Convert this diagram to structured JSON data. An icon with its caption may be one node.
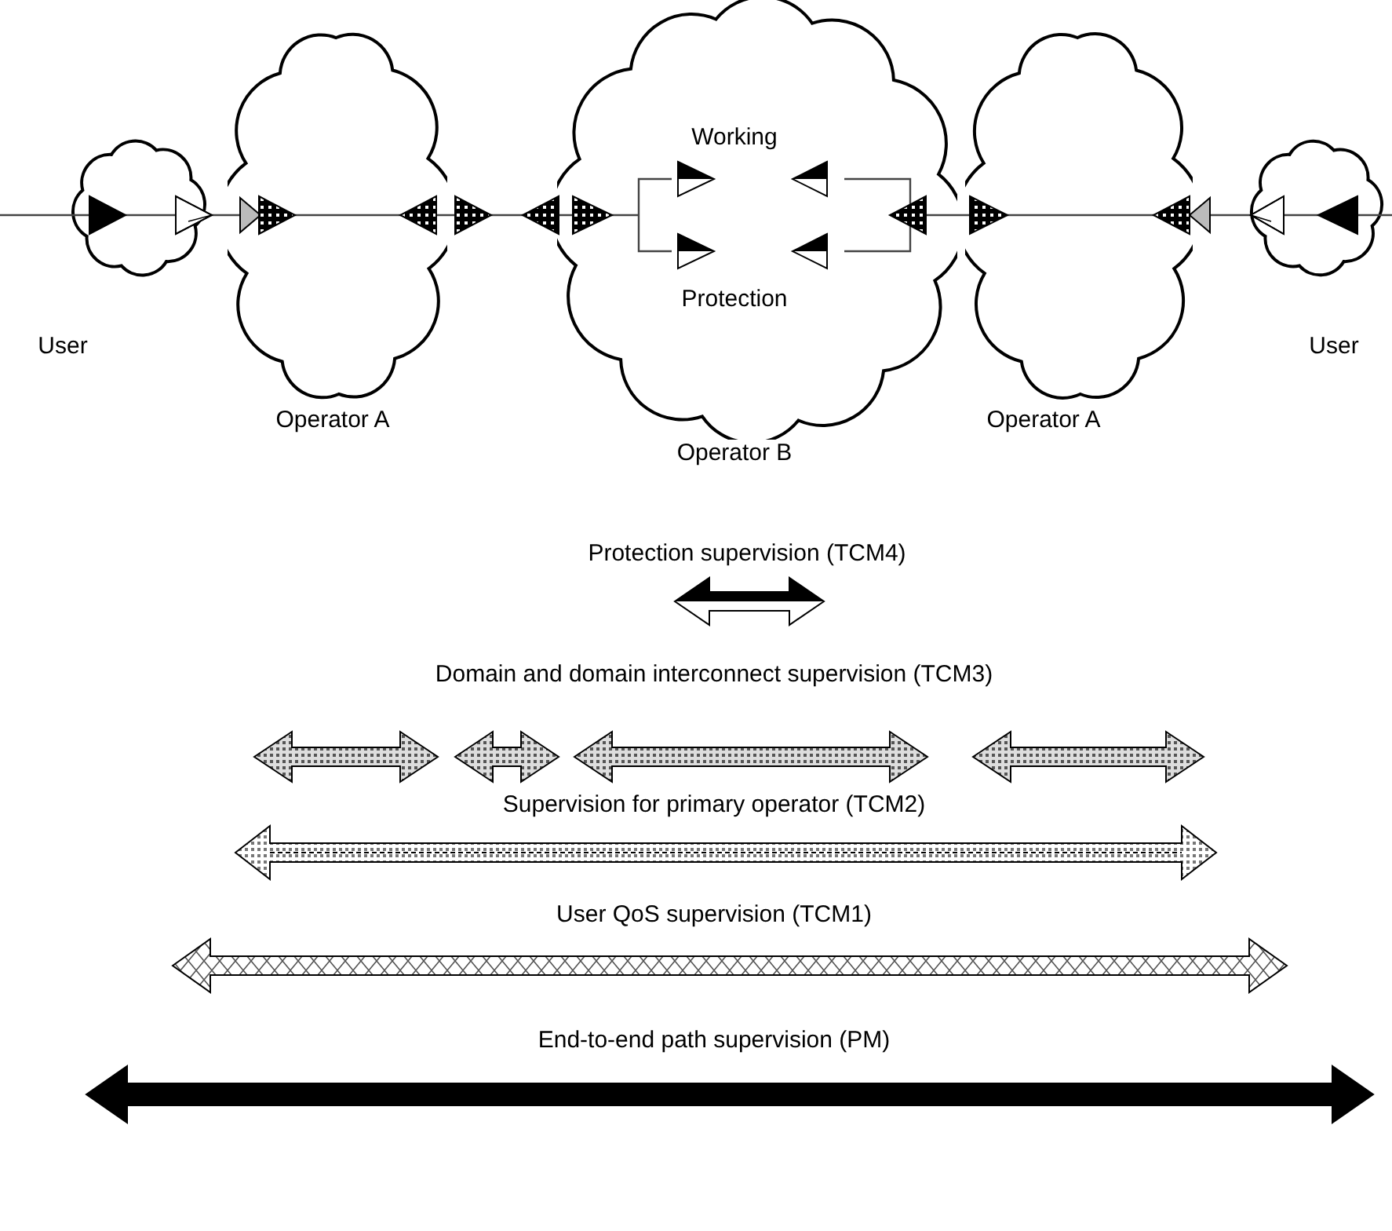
{
  "diagram": {
    "nodes": [
      {
        "text": [
          "User"
        ]
      },
      {
        "text": [
          "Operator A"
        ]
      },
      {
        "text": [
          "Operator B"
        ]
      },
      {
        "text": [
          "Operator A"
        ]
      },
      {
        "text": [
          "User"
        ]
      }
    ],
    "labels": [
      "Working",
      "Protection",
      "Protection supervision (TCM4)",
      "Domain and domain interconnect supervision (TCM3)",
      "Supervision for primary operator (TCM2)",
      "User QoS supervision (TCM1)",
      "End-to-end path supervision (PM)"
    ]
  }
}
